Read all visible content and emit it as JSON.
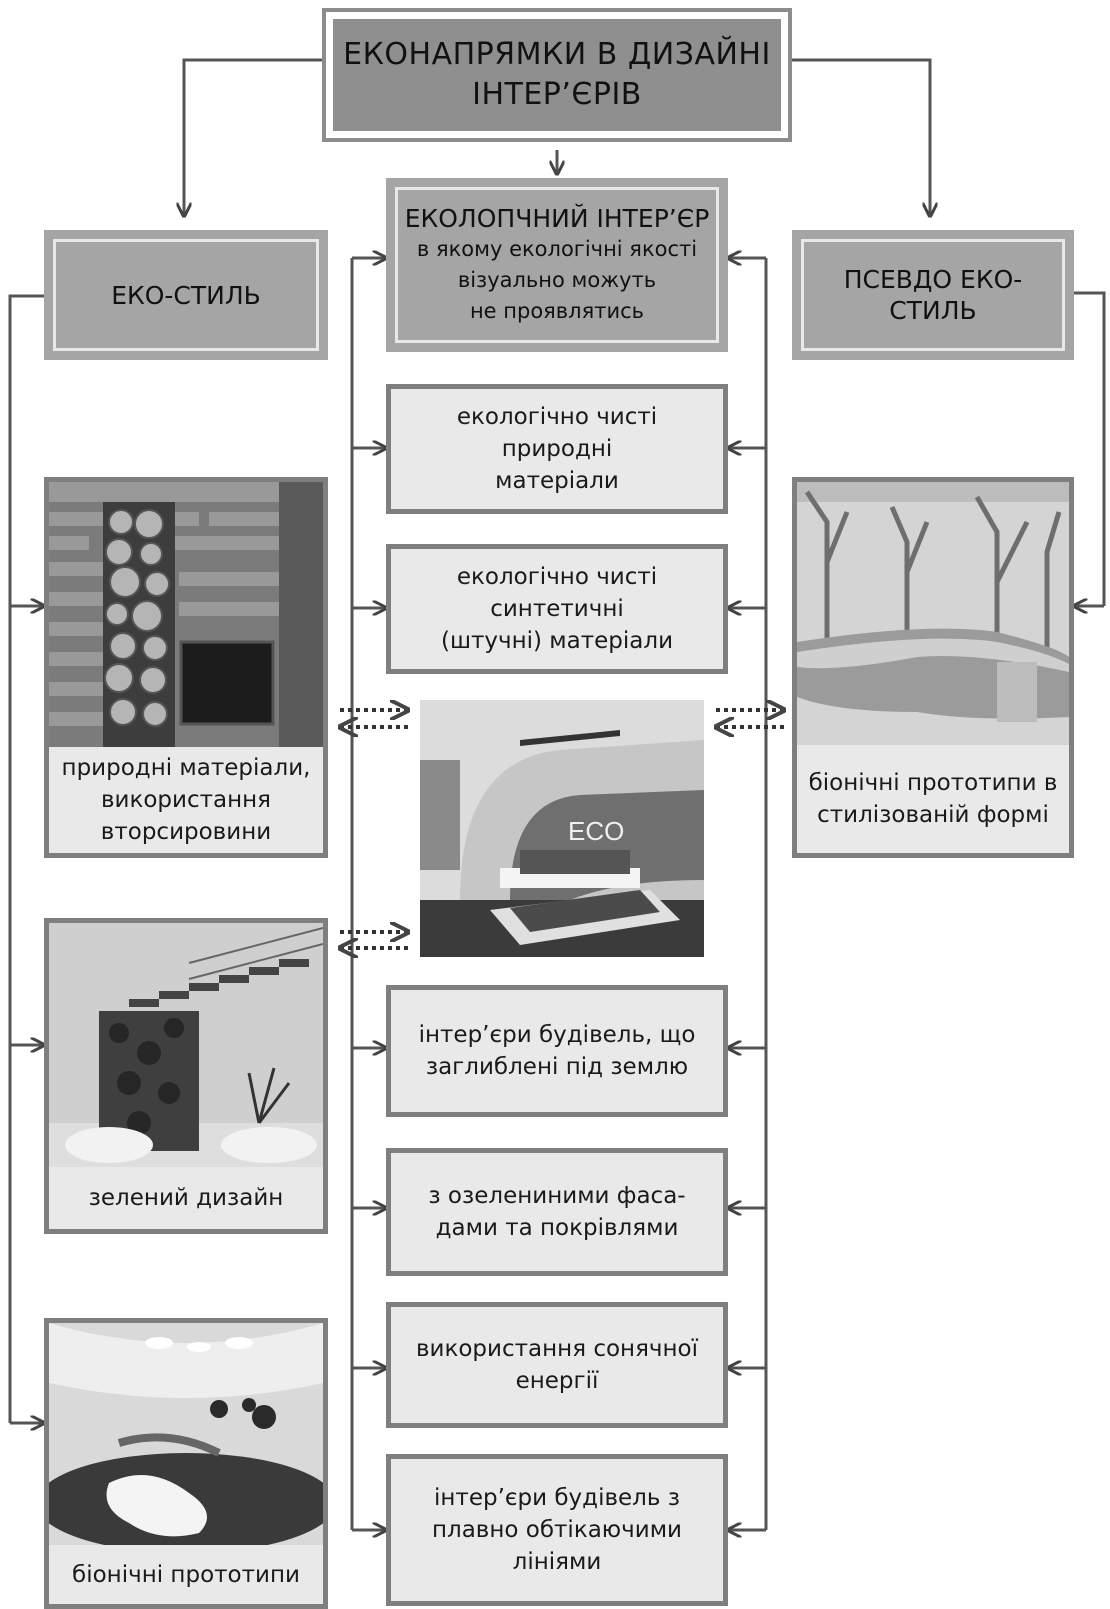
{
  "title": {
    "line1": "ЕКОНАПРЯМКИ В ДИЗАЙНІ",
    "line2": "ІНТЕР’ЄРІВ"
  },
  "branches": {
    "left": "ЕКО-СТИЛЬ",
    "center": {
      "title": "ЕКОЛОПЧНИЙ ІНТЕР’ЄР",
      "subtitle": "в якому екологічні якості\nвізуально можуть\nне проявлятись"
    },
    "right": "ПСЕВДО ЕКО-СТИЛЬ"
  },
  "center_items": [
    "екологічно чисті природні\nматеріали",
    "екологічно чисті синтетичні\n(штучні) матеріали",
    "інтер’єри будівель, що\nзаглиблені під землю",
    "з озелениними фаса-\nдами та покрівлями",
    "використання сонячної\nенергії",
    "інтер’єри будівель з\nплавно обтікаючими\nлініями"
  ],
  "left_cards": [
    {
      "caption": "природні матеріали,\nвикористання\nвторсировини",
      "icon": "log-wall-fireplace-photo"
    },
    {
      "caption": "зелений дизайн",
      "icon": "green-wall-staircase-photo"
    },
    {
      "caption": "біонічні прототипи",
      "icon": "organic-interior-photo"
    }
  ],
  "right_card": {
    "caption": "біонічні прототипи в\nстилізованій формі",
    "icon": "tree-branch-dining-photo"
  },
  "center_photo": {
    "sign_text": "ECO",
    "icon": "eco-bedroom-photo"
  },
  "colors": {
    "box_fill": "#a5a5a5",
    "item_fill": "#e9e9e9",
    "border": "#7f7f7f",
    "line": "#555555"
  }
}
